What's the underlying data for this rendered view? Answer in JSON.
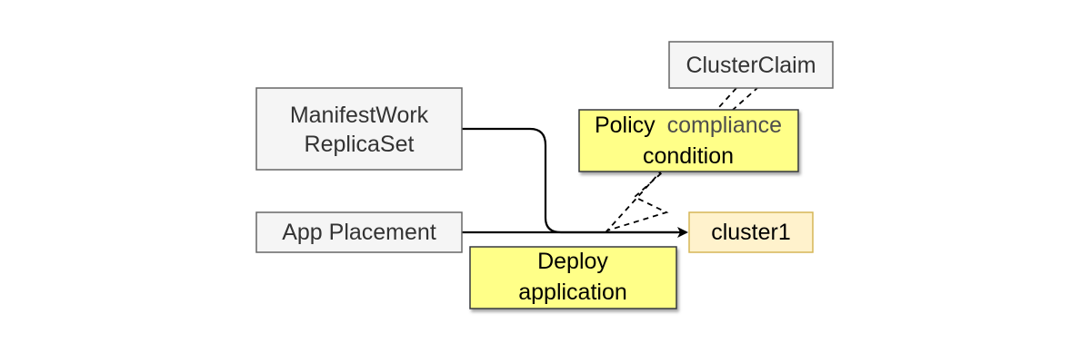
{
  "nodes": {
    "manifestwork": {
      "line1": "ManifestWork",
      "line2": "ReplicaSet"
    },
    "app_placement": {
      "label": "App Placement"
    },
    "clusterclaim": {
      "label": "ClusterClaim"
    },
    "cluster1": {
      "label": "cluster1"
    },
    "policy": {
      "word1": "Policy",
      "word2": "compliance",
      "line2": "condition"
    },
    "deploy": {
      "line1": "Deploy",
      "line2": "application"
    }
  },
  "colors": {
    "grey_fill": "#f5f5f5",
    "grey_stroke": "#666666",
    "yellow_fill": "#ffff88",
    "yellow_stroke": "#36393d",
    "cluster_fill": "#fff2cc",
    "cluster_stroke": "#d6b656",
    "compliance_text": "#4d4d4d"
  }
}
